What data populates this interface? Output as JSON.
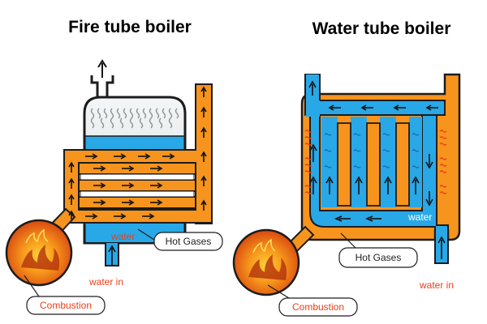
{
  "diagrams": {
    "fire_tube": {
      "title": "Fire tube boiler",
      "water_label": "water",
      "water_in_label": "water in",
      "hot_gases_label": "Hot Gases",
      "combustion_label": "Combustion"
    },
    "water_tube": {
      "title": "Water tube boiler",
      "water_label": "water",
      "water_in_label": "water in",
      "hot_gases_label": "Hot Gases",
      "combustion_label": "Combustion"
    }
  },
  "colors": {
    "water": "#29a8e8",
    "gas": "#f7941d",
    "outline": "#1c1c1c",
    "label_red": "#e8401c",
    "shell": "#e3e7ea"
  }
}
